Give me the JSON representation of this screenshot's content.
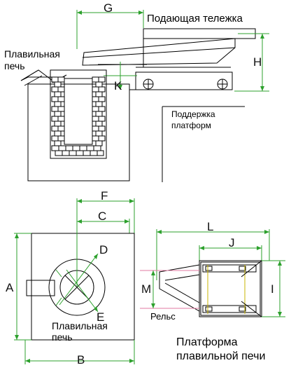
{
  "labels": {
    "cart": "Подающая тележка",
    "furnace_top_1": "Плавильная",
    "furnace_top_2": "печь",
    "support_1": "Поддержка",
    "support_2": "платформ",
    "furnace_bottom_1": "Плавильная",
    "furnace_bottom_2": "печь",
    "rail": "Рельс",
    "platform_1": "Платформа",
    "platform_2": "плавильной печи"
  },
  "dimensions": {
    "G": "G",
    "H": "H",
    "K": "K",
    "F": "F",
    "C": "C",
    "D": "D",
    "E": "E",
    "A": "A",
    "B": "B",
    "L": "L",
    "J": "J",
    "M": "M",
    "I": "I"
  },
  "colors": {
    "dimension": "#2ca02c",
    "rail": "#c8b400",
    "pink": "#e07aa0",
    "lines": "#000000"
  }
}
